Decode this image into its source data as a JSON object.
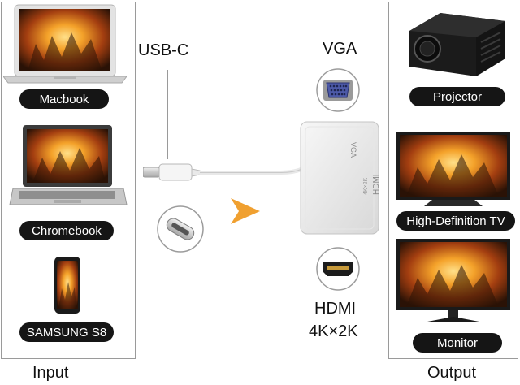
{
  "inputs": {
    "caption": "Input",
    "devices": [
      {
        "label": "Macbook"
      },
      {
        "label": "Chromebook"
      },
      {
        "label": "SAMSUNG S8"
      }
    ]
  },
  "outputs": {
    "caption": "Output",
    "devices": [
      {
        "label": "Projector"
      },
      {
        "label": "High-Definition TV"
      },
      {
        "label": "Monitor"
      }
    ]
  },
  "adapter": {
    "usb_label": "USB-C",
    "vga_label": "VGA",
    "hdmi_label": "HDMI",
    "hdmi_resolution": "4K×2K",
    "body_vga_text": "VGA",
    "body_hdmi_text": "HDMI",
    "body_hdmi_sub": "4K×2K"
  },
  "colors": {
    "arrow": "#f0a030",
    "pill": "#151515",
    "panel_border": "#9a9a9a",
    "fire_dark": "#3a1a08",
    "fire_bright": "#f4b23a"
  }
}
